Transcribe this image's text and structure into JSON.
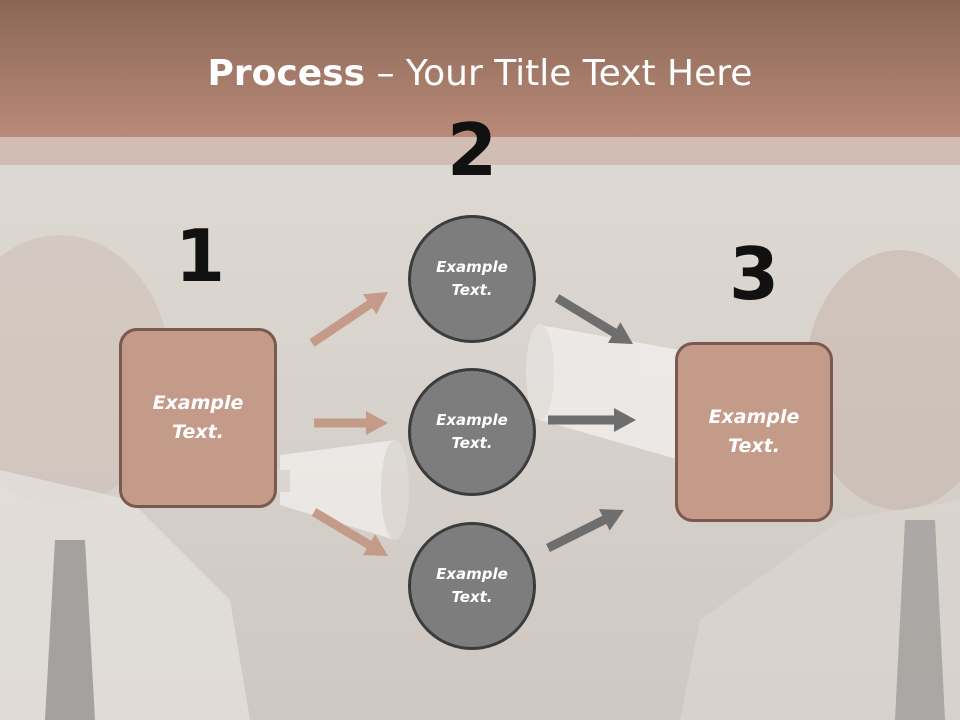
{
  "slide": {
    "title_bold": "Process",
    "title_rest": " – Your Title Text Here"
  },
  "steps": {
    "one": {
      "number": "1",
      "label": "Example\nText."
    },
    "two": {
      "number": "2",
      "circles": [
        {
          "label": "Example\nText."
        },
        {
          "label": "Example\nText."
        },
        {
          "label": "Example\nText."
        }
      ]
    },
    "three": {
      "number": "3",
      "label": "Example\nText."
    }
  },
  "colors": {
    "header": "#b98a77",
    "box_fill": "#c49a88",
    "box_border": "#7a5a4f",
    "circle_fill": "#7d7d7d",
    "circle_border": "#3c3c3c",
    "arrow_left": "#c49a88",
    "arrow_right": "#6e6e6e"
  },
  "background": {
    "icon": "megaphone-icon"
  }
}
